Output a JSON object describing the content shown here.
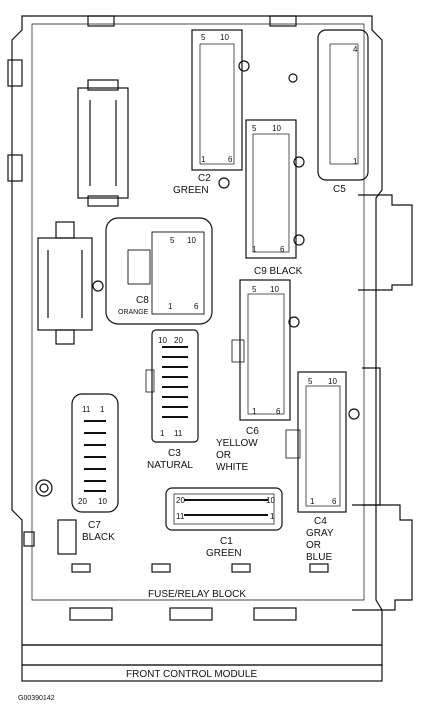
{
  "connectors": {
    "c2": {
      "name": "C2",
      "color": "GREEN",
      "pin_a": "5",
      "pin_b": "10",
      "pin_c": "1",
      "pin_d": "6"
    },
    "c9": {
      "name": "C9 BLACK",
      "pin_a": "5",
      "pin_b": "10",
      "pin_c": "1",
      "pin_d": "6"
    },
    "c5": {
      "name": "C5",
      "pin_a": "4",
      "pin_b": "1"
    },
    "c8": {
      "name": "C8",
      "color": "ORANGE",
      "pin_a": "5",
      "pin_b": "10",
      "pin_c": "1",
      "pin_d": "6"
    },
    "c3": {
      "name": "C3",
      "color": "NATURAL",
      "pin_a": "10",
      "pin_b": "20",
      "pin_c": "1",
      "pin_d": "11"
    },
    "c6": {
      "name": "C6",
      "color_1": "YELLOW",
      "color_2": "OR",
      "color_3": "WHITE",
      "pin_a": "5",
      "pin_b": "10",
      "pin_c": "1",
      "pin_d": "6"
    },
    "c7": {
      "name": "C7",
      "color": "BLACK",
      "pin_a": "11",
      "pin_b": "1",
      "pin_c": "20",
      "pin_d": "10"
    },
    "c1": {
      "name": "C1",
      "color": "GREEN",
      "pin_a": "20",
      "pin_b": "11",
      "pin_c": "10",
      "pin_d": "1"
    },
    "c4": {
      "name": "C4",
      "color_1": "GRAY",
      "color_2": "OR",
      "color_3": "BLUE",
      "pin_a": "5",
      "pin_b": "10",
      "pin_c": "1",
      "pin_d": "6"
    }
  },
  "block_label": "FUSE/RELAY BLOCK",
  "module_label": "FRONT CONTROL MODULE",
  "figure_code": "G00390142"
}
